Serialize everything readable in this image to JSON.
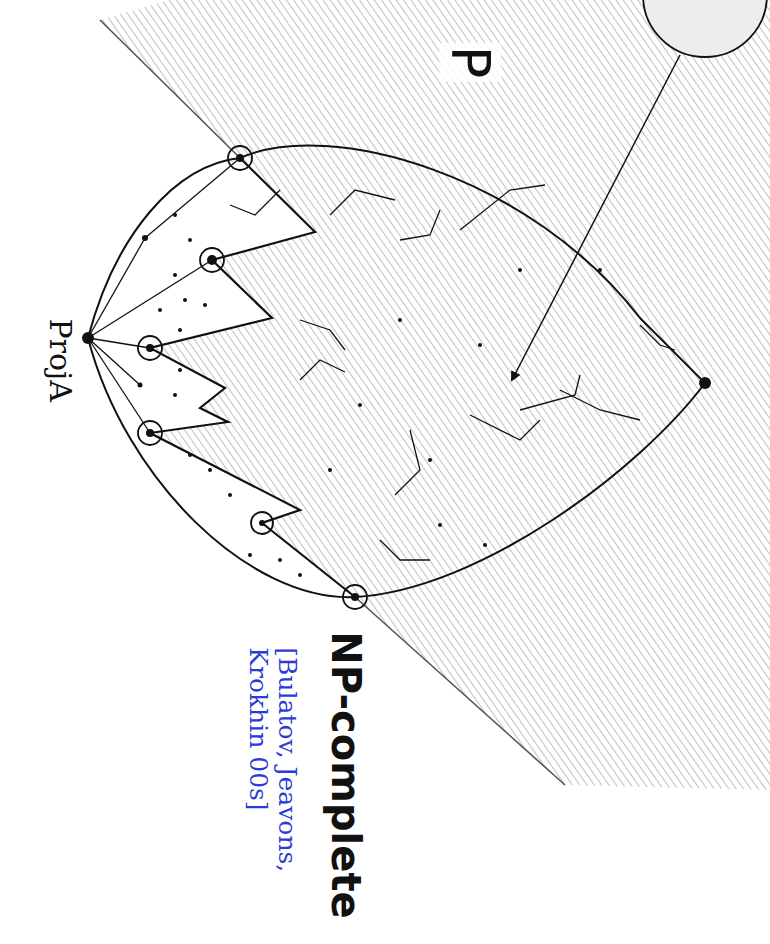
{
  "diagram": {
    "labels": [
      "P",
      "NP-complete",
      "[Bulatov, Jeavons, Krokhin 00s]",
      "ProjA"
    ]
  }
}
